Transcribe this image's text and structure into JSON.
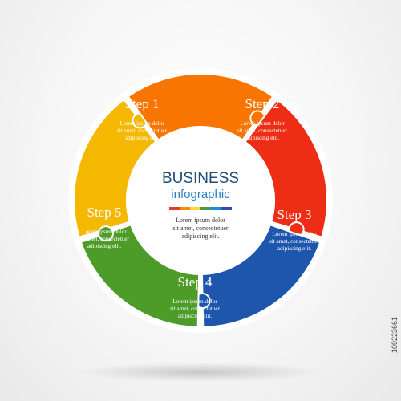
{
  "diagram": {
    "title": "BUSINESS",
    "subtitle": "infographic",
    "center_body": [
      "Lorem ipsum dolor",
      "sit amet, consectetuer",
      "adipiscing elit."
    ],
    "color_bar": [
      "#e53935",
      "#fb8c00",
      "#fdd835",
      "#43a047",
      "#1e88e5",
      "#3949ab"
    ],
    "steps": [
      {
        "label": "Step 1",
        "color": "#f5b800",
        "body": [
          "Lorem ipsum dolor",
          "sit amet, consectetuer",
          "adipiscing elit."
        ]
      },
      {
        "label": "Step 2",
        "color": "#f77500",
        "body": [
          "Lorem ipsum dolor",
          "sit amet, consectetuer",
          "adipiscing elit."
        ]
      },
      {
        "label": "Step 3",
        "color": "#ee2d15",
        "body": [
          "Lorem ipsum dolor",
          "sit amet, consectetuer",
          "adipiscing elit."
        ]
      },
      {
        "label": "Step 4",
        "color": "#1e56ad",
        "body": [
          "Lorem ipsum dolor",
          "sit amet, consectetuer",
          "adipiscing elit."
        ]
      },
      {
        "label": "Step 5",
        "color": "#4d9b28",
        "body": [
          "Lorem ipsum dolor",
          "sit amet, consectetuer",
          "adipiscing elit."
        ]
      }
    ]
  },
  "watermark": "109223661"
}
